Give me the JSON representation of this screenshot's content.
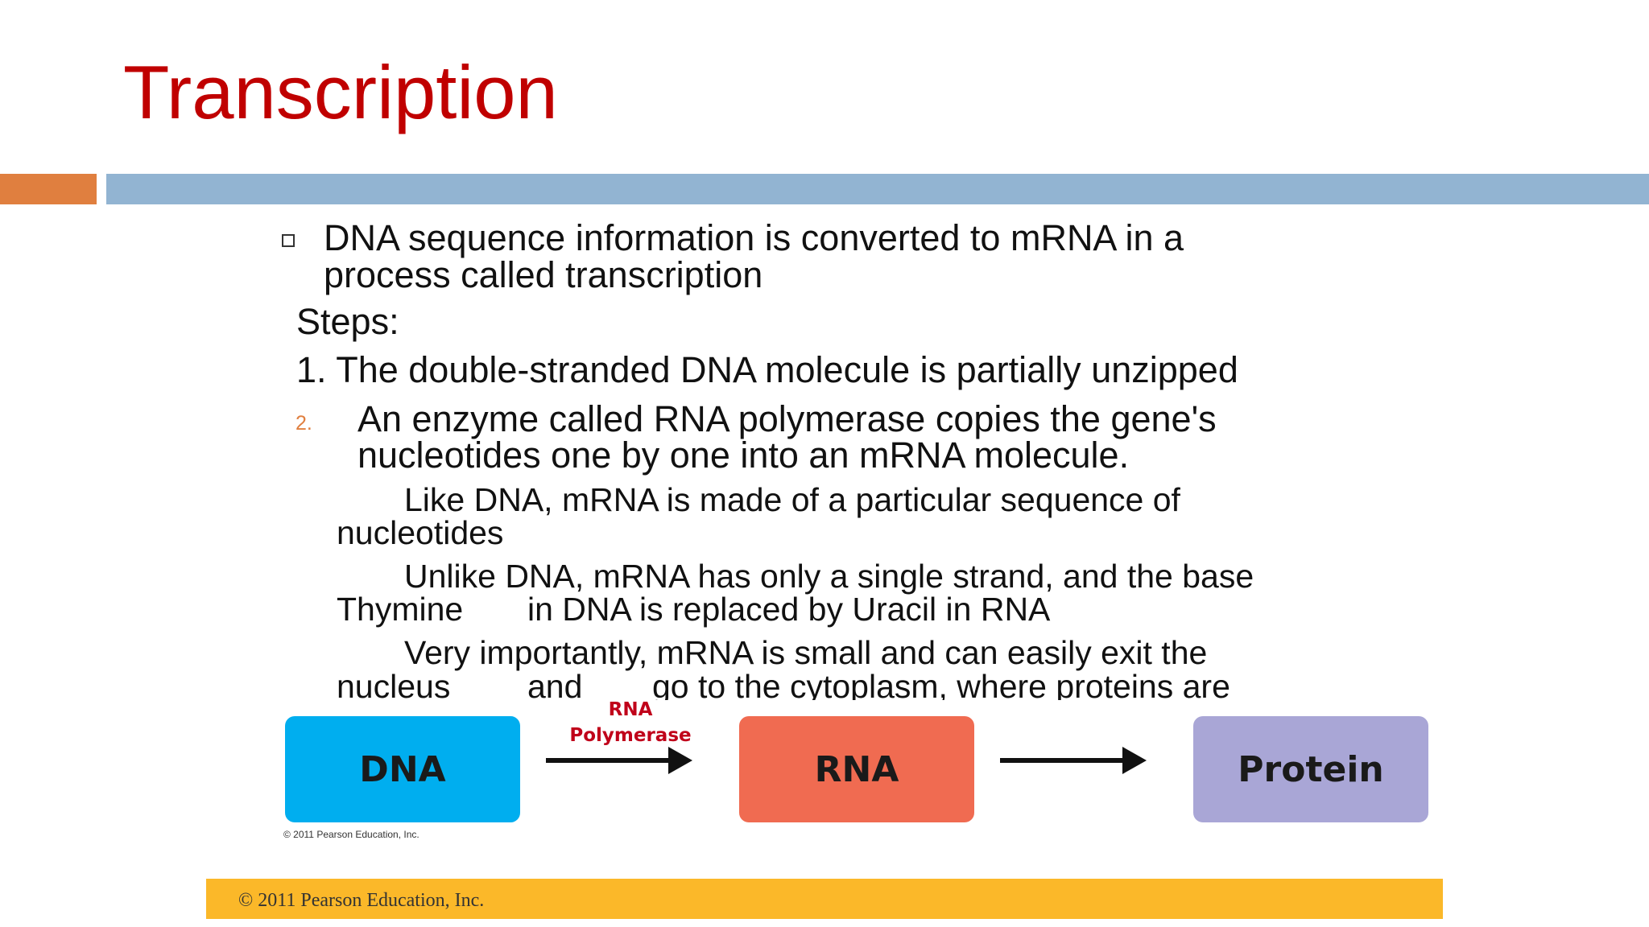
{
  "slide": {
    "title": "Transcription",
    "colors": {
      "title": "#c00000",
      "accent_orange": "#e07f3f",
      "accent_blue": "#92b4d2",
      "footer": "#fbb829"
    }
  },
  "body": {
    "bullet_icon": "square-bullet-icon",
    "bullet_line1": "DNA sequence information is converted to mRNA in a",
    "bullet_line2": "process called transcription",
    "steps_label": "Steps:",
    "step1": "1. The double-stranded DNA molecule is partially unzipped",
    "step2_number": "2.",
    "step2_line1": "An enzyme called RNA polymerase copies the gene's",
    "step2_line2": "nucleotides one by one into an mRNA molecule.",
    "note1_line1": "Like DNA, mRNA is made of a particular sequence of",
    "note1_line2": "nucleotides",
    "note2_line1": "Unlike DNA, mRNA has only a single strand, and the base",
    "note2_line2a": "Thymine",
    "note2_line2b": "in DNA is replaced by Uracil in RNA",
    "note3_line1": "Very importantly, mRNA is small and can easily exit the",
    "note3_line2a": "nucleus",
    "note3_line2b": "and",
    "note3_line2c": "go to the cytoplasm, where proteins are"
  },
  "diagram": {
    "boxes": [
      {
        "label": "DNA",
        "color": "#00aeef"
      },
      {
        "label": "RNA",
        "color": "#f06b51"
      },
      {
        "label": "Protein",
        "color": "#a9a6d6"
      }
    ],
    "enzyme_line1": "RNA",
    "enzyme_line2": "Polymerase",
    "copyright": "© 2011 Pearson Education, Inc."
  },
  "footer": {
    "text": "© 2011  Pearson Education, Inc."
  }
}
